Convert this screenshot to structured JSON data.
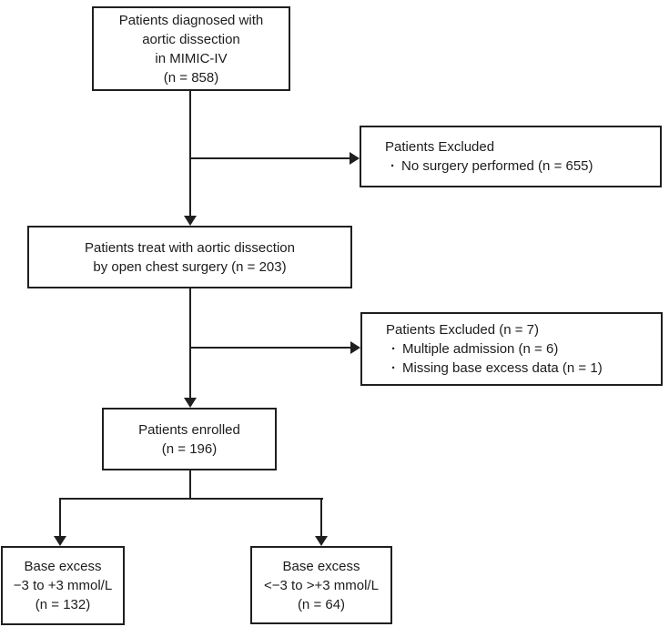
{
  "colors": {
    "background": "#ffffff",
    "line": "#1f1f1f",
    "text": "#1c1c1c"
  },
  "glyphs": {
    "bullet": "·"
  },
  "flow": {
    "diagnosed": {
      "lines": [
        "Patients diagnosed with",
        "aortic dissection",
        "in MIMIC-IV",
        "(n = 858)"
      ]
    },
    "excluded_no_surgery": {
      "heading": "Patients Excluded",
      "bullets": [
        "No surgery performed (n = 655)"
      ]
    },
    "surgery": {
      "lines": [
        "Patients treat with aortic dissection",
        "by open chest surgery (n = 203)"
      ]
    },
    "excluded_other": {
      "heading": "Patients Excluded (n = 7)",
      "bullets": [
        "Multiple admission (n = 6)",
        "Missing base excess data (n = 1)"
      ]
    },
    "enrolled": {
      "lines": [
        "Patients enrolled",
        "(n = 196)"
      ]
    },
    "base_excess_normal": {
      "lines": [
        "Base excess",
        "−3 to +3 mmol/L",
        "(n = 132)"
      ]
    },
    "base_excess_abnormal": {
      "lines": [
        "Base excess",
        "<−3 to >+3 mmol/L",
        "(n = 64)"
      ]
    }
  }
}
